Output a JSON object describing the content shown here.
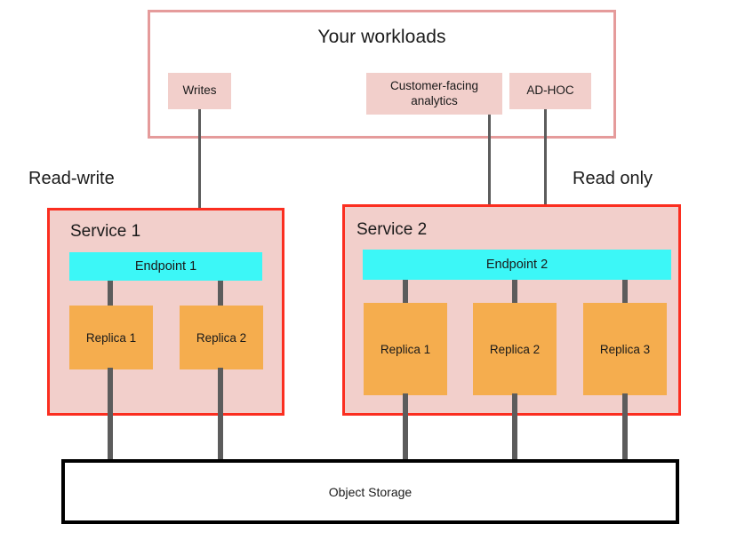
{
  "diagram": {
    "workloads": {
      "title": "Your workloads",
      "chips": [
        {
          "label": "Writes"
        },
        {
          "label": "Customer-facing analytics"
        },
        {
          "label": "AD-HOC"
        }
      ]
    },
    "captions": {
      "left": "Read-write",
      "right": "Read only"
    },
    "services": [
      {
        "name": "Service 1",
        "endpoint": "Endpoint 1",
        "replicas": [
          {
            "label": "Replica 1"
          },
          {
            "label": "Replica 2"
          }
        ]
      },
      {
        "name": "Service 2",
        "endpoint": "Endpoint 2",
        "replicas": [
          {
            "label": "Replica 1"
          },
          {
            "label": "Replica 2"
          },
          {
            "label": "Replica 3"
          }
        ]
      }
    ],
    "storage": {
      "label": "Object Storage"
    },
    "colors": {
      "workload_border": "#e59b9b",
      "chip_fill": "#f2cfcb",
      "service_border": "#fb2e20",
      "service_fill": "#f2cfcb",
      "endpoint_fill": "#3cf7f7",
      "replica_fill": "#f5ad4e",
      "connector": "#5c5c5c",
      "storage_border": "#000000",
      "text": "#1a1a1a"
    }
  }
}
